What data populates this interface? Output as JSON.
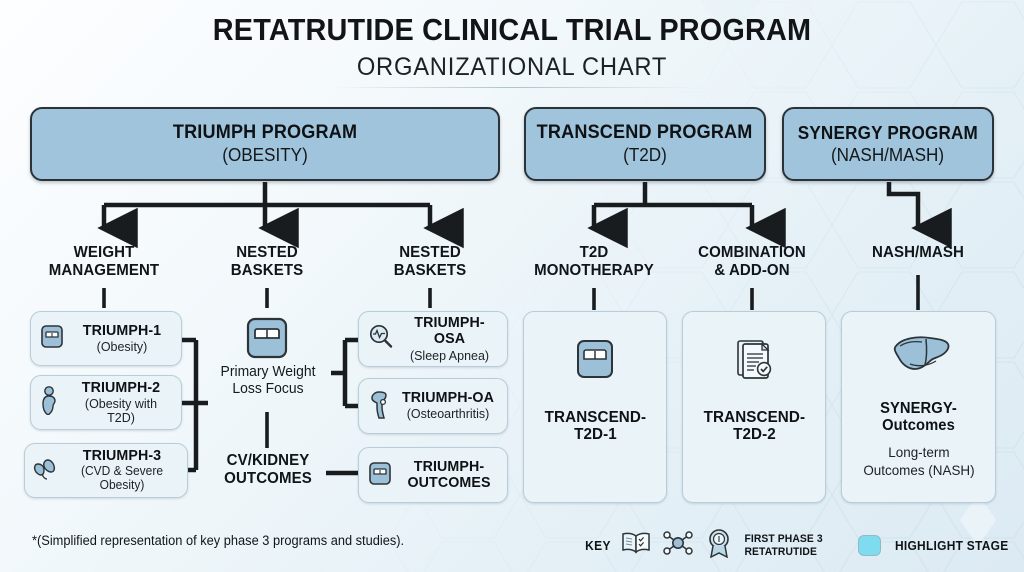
{
  "header": {
    "title": "RETATRUTIDE CLINICAL TRIAL PROGRAM",
    "subtitle": "ORGANIZATIONAL CHART"
  },
  "colors": {
    "program_box": "#9fc4dc",
    "card_fill": "#eaf3f8",
    "highlight_swatch": "#7fdcef",
    "connector": "#181c1f",
    "background": "#eef6fa"
  },
  "programs": [
    {
      "id": "triumph",
      "name": "TRIUMPH PROGRAM",
      "indication": "(OBESITY)"
    },
    {
      "id": "transcend",
      "name": "TRANSCEND PROGRAM",
      "indication": "(T2D)"
    },
    {
      "id": "synergy",
      "name": "SYNERGY PROGRAM",
      "indication": "(NASH/MASH)"
    }
  ],
  "branches": [
    {
      "id": "weight-management",
      "label": "WEIGHT\nMANAGEMENT",
      "line1": "WEIGHT",
      "line2": "MANAGEMENT"
    },
    {
      "id": "nested-baskets-1",
      "label": "NESTED\nBASKETS",
      "line1": "NESTED",
      "line2": "BASKETS"
    },
    {
      "id": "nested-baskets-2",
      "label": "NESTED\nBASKETS",
      "line1": "NESTED",
      "line2": "BASKETS"
    },
    {
      "id": "t2d-monotherapy",
      "label": "T2D\nMONOTHERAPY",
      "line1": "T2D",
      "line2": "MONOTHERAPY"
    },
    {
      "id": "combination-addon",
      "label": "COMBINATION\n& ADD-ON",
      "line1": "COMBINATION",
      "line2": "& ADD-ON"
    },
    {
      "id": "nash-mash",
      "label": "NASH/MASH",
      "line1": "NASH/MASH",
      "line2": ""
    }
  ],
  "studies": {
    "triumph_weight": [
      {
        "id": "triumph-1",
        "title": "TRIUMPH-1",
        "sub": "(Obesity)",
        "icon": "weight-scale-icon"
      },
      {
        "id": "triumph-2",
        "title": "TRIUMPH-2",
        "sub": "(Obesity with T2D)",
        "icon": "body-torso-icon"
      },
      {
        "id": "triumph-3",
        "title": "TRIUMPH-3",
        "sub": "(CVD & Severe Obesity)",
        "icon": "heart-kidney-icon"
      }
    ],
    "triumph_middle": {
      "icon": "weight-scale-icon",
      "focus_line1": "Primary Weight",
      "focus_line2": "Loss Focus",
      "outcomes_line1": "CV/KIDNEY",
      "outcomes_line2": "OUTCOMES"
    },
    "triumph_baskets": [
      {
        "id": "triumph-osa",
        "title": "TRIUMPH-OSA",
        "sub": "(Sleep Apnea)",
        "icon": "magnifier-waveform-icon"
      },
      {
        "id": "triumph-oa",
        "title": "TRIUMPH-OA",
        "sub": "(Osteoarthritis)",
        "icon": "knee-joint-icon"
      },
      {
        "id": "triumph-outcomes",
        "title": "TRIUMPH-",
        "title2": "OUTCOMES",
        "sub": "",
        "icon": "weight-scale-icon"
      }
    ],
    "transcend": [
      {
        "id": "transcend-t2d-1",
        "title": "TRANSCEND-",
        "title2": "T2D-1",
        "icon": "weight-scale-icon"
      },
      {
        "id": "transcend-t2d-2",
        "title": "TRANSCEND-",
        "title2": "T2D-2",
        "icon": "document-check-icon"
      }
    ],
    "synergy": [
      {
        "id": "synergy-outcomes",
        "title": "SYNERGY-Outcomes",
        "sub1": "Long-term",
        "sub2": "Outcomes (NASH)",
        "icon": "liver-icon"
      }
    ]
  },
  "footer": {
    "footnote": "*(Simplified representation of key phase 3 programs and studies).",
    "legend": {
      "key_label": "KEY",
      "icons": [
        "open-book-icon",
        "molecule-network-icon",
        "award-ribbon-icon"
      ],
      "award_line1": "FIRST PHASE 3",
      "award_line2": "RETATRUTIDE",
      "highlight_label": "HIGHLIGHT STAGE"
    }
  }
}
